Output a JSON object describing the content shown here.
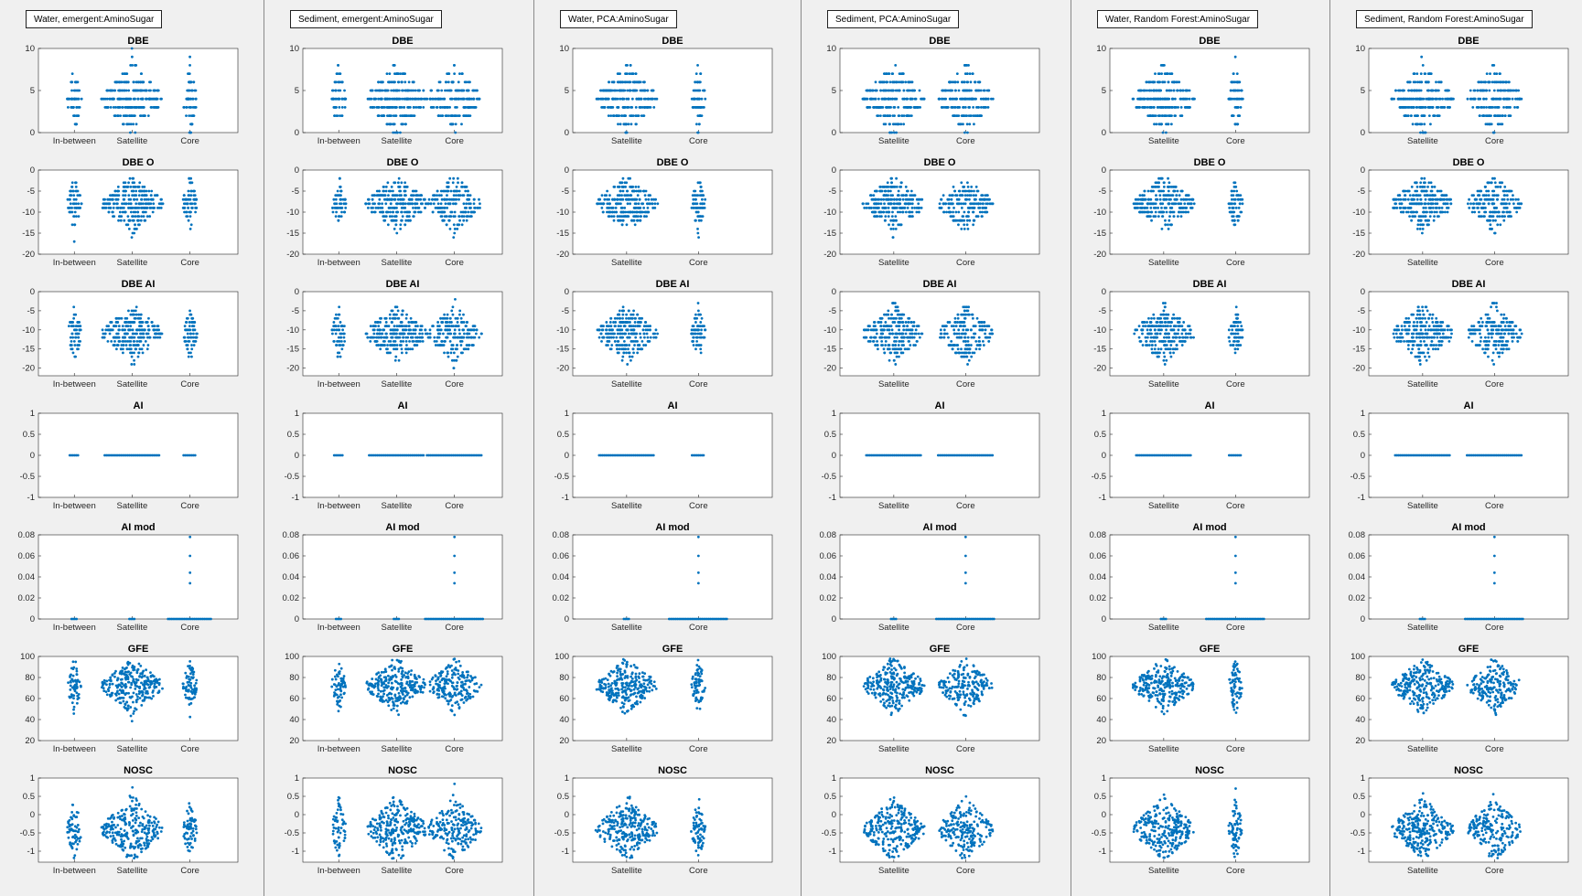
{
  "colors": {
    "marker": "#0072BD",
    "axes_bg": "#ffffff",
    "figure_bg": "#f0f0f0"
  },
  "chart_data": {
    "type": "scatter",
    "style": "swarm",
    "panels": [
      {
        "title": "Water, emergent:AminoSugar",
        "categories": [
          "In-between",
          "Satellite",
          "Core"
        ]
      },
      {
        "title": "Sediment, emergent:AminoSugar",
        "categories": [
          "In-between",
          "Satellite",
          "Core"
        ]
      },
      {
        "title": "Water, PCA:AminoSugar",
        "categories": [
          "Satellite",
          "Core"
        ]
      },
      {
        "title": "Sediment, PCA:AminoSugar",
        "categories": [
          "Satellite",
          "Core"
        ]
      },
      {
        "title": "Water, Random Forest:AminoSugar",
        "categories": [
          "Satellite",
          "Core"
        ]
      },
      {
        "title": "Sediment, Random Forest:AminoSugar",
        "categories": [
          "Satellite",
          "Core"
        ]
      }
    ],
    "metrics": [
      {
        "title": "DBE",
        "ylim": [
          0,
          10
        ],
        "yticks": [
          "10",
          "5",
          "0"
        ],
        "discrete": true,
        "approx_range": [
          0,
          10
        ],
        "center": 4
      },
      {
        "title": "DBE O",
        "ylim": [
          -20,
          0
        ],
        "yticks": [
          "0",
          "-5",
          "-10",
          "-15",
          "-20"
        ],
        "discrete": true,
        "approx_range": [
          -18,
          -2
        ],
        "center": -8
      },
      {
        "title": "DBE AI",
        "ylim": [
          -22,
          0
        ],
        "yticks": [
          "0",
          "-5",
          "-10",
          "-15",
          "-20"
        ],
        "discrete": true,
        "approx_range": [
          -20,
          -2
        ],
        "center": -11
      },
      {
        "title": "AI",
        "ylim": [
          -1,
          1
        ],
        "yticks": [
          "1",
          "0.5",
          "0",
          "-0.5",
          "-1"
        ],
        "discrete": false,
        "approx_range": [
          0,
          0
        ],
        "center": 0
      },
      {
        "title": "AI mod",
        "ylim": [
          0,
          0.08
        ],
        "yticks": [
          "0.08",
          "0.06",
          "0.04",
          "0.02",
          "0"
        ],
        "discrete": false,
        "approx_range": [
          0,
          0.08
        ],
        "center": 0
      },
      {
        "title": "GFE",
        "ylim": [
          20,
          100
        ],
        "yticks": [
          "100",
          "80",
          "60",
          "40",
          "20"
        ],
        "discrete": false,
        "approx_range": [
          35,
          98
        ],
        "center": 72
      },
      {
        "title": "NOSC",
        "ylim": [
          -1.3,
          1
        ],
        "yticks": [
          "1",
          "0.5",
          "0",
          "-0.5",
          "-1"
        ],
        "discrete": false,
        "approx_range": [
          -1.2,
          0.9
        ],
        "center": -0.4
      }
    ]
  }
}
